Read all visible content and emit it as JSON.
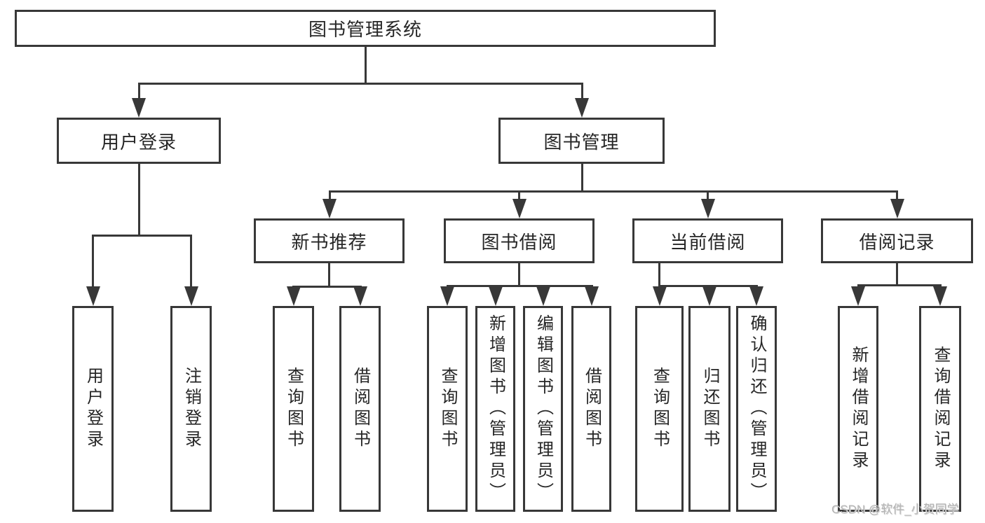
{
  "diagram_title": "图书管理系统",
  "watermark": {
    "text": "CSDN @软件_小贺同学"
  },
  "colors": {
    "line": "#383838",
    "box_border": "#383838",
    "box_background": "#ffffff",
    "text": "#262626",
    "watermark_text": "#b4b4b4",
    "page_background": "#ffffff"
  },
  "tree": {
    "label": "图书管理系统",
    "children": [
      {
        "label": "用户登录",
        "children": [
          {
            "label": "用户登录"
          },
          {
            "label": "注销登录"
          }
        ]
      },
      {
        "label": "图书管理",
        "children": [
          {
            "label": "新书推荐",
            "children": [
              {
                "label": "查询图书"
              },
              {
                "label": "借阅图书"
              }
            ]
          },
          {
            "label": "图书借阅",
            "children": [
              {
                "label": "查询图书"
              },
              {
                "label": "新增图书（管理员）"
              },
              {
                "label": "编辑图书（管理员）"
              },
              {
                "label": "借阅图书"
              }
            ]
          },
          {
            "label": "当前借阅",
            "children": [
              {
                "label": "查询图书"
              },
              {
                "label": "归还图书"
              },
              {
                "label": "确认归还（管理员）"
              }
            ]
          },
          {
            "label": "借阅记录",
            "children": [
              {
                "label": "新增借阅记录"
              },
              {
                "label": "查询借阅记录"
              }
            ]
          }
        ]
      }
    ]
  }
}
